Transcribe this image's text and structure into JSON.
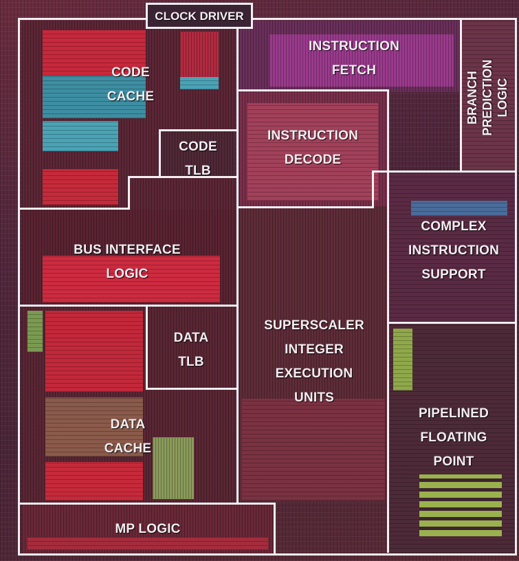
{
  "regions": {
    "clock_driver": "CLOCK DRIVER",
    "code_cache": [
      "CODE",
      "CACHE"
    ],
    "code_tlb": [
      "CODE",
      "TLB"
    ],
    "instruction_fetch": [
      "INSTRUCTION",
      "FETCH"
    ],
    "branch_prediction": [
      "BRANCH",
      "PREDICTION",
      "LOGIC"
    ],
    "instruction_decode": [
      "INSTRUCTION",
      "DECODE"
    ],
    "bus_interface": [
      "BUS INTERFACE",
      "LOGIC"
    ],
    "complex_instruction": [
      "COMPLEX",
      "INSTRUCTION",
      "SUPPORT"
    ],
    "superscaler": [
      "SUPERSCALER",
      "INTEGER",
      "EXECUTION",
      "UNITS"
    ],
    "data_tlb": [
      "DATA",
      "TLB"
    ],
    "data_cache": [
      "DATA",
      "CACHE"
    ],
    "pipelined_fp": [
      "PIPELINED",
      "FLOATING",
      "POINT"
    ],
    "mp_logic": "MP LOGIC"
  },
  "colors": {
    "outline": "#f5f0f3",
    "cache_red": "#c8283c",
    "cache_cyan": "#4aa3b5",
    "fetch_magenta": "#9a3a8c",
    "fp_green": "#8fa84a",
    "dtlb_green": "#7a9a52"
  }
}
